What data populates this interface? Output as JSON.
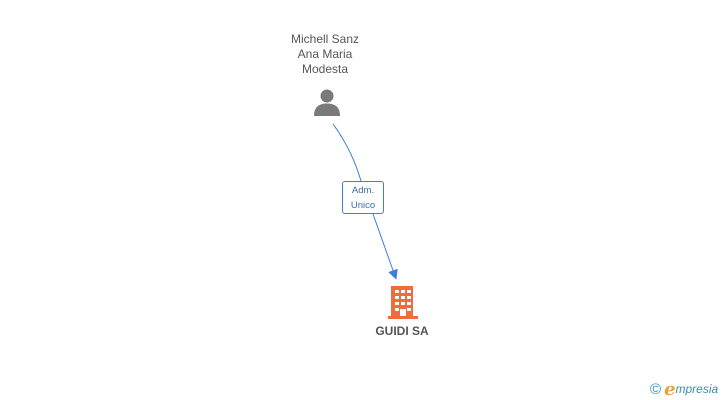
{
  "person": {
    "name_lines": [
      "Michell Sanz",
      "Ana Maria",
      "Modesta"
    ],
    "icon": "person-icon"
  },
  "relation": {
    "label_lines": [
      "Adm.",
      "Unico"
    ],
    "color": "#3d7fd6"
  },
  "company": {
    "name": "GUIDI SA",
    "icon": "building-icon",
    "color": "#f26b3a"
  },
  "brand": {
    "copyright_symbol": "©",
    "initial": "e",
    "rest": "mpresia"
  }
}
